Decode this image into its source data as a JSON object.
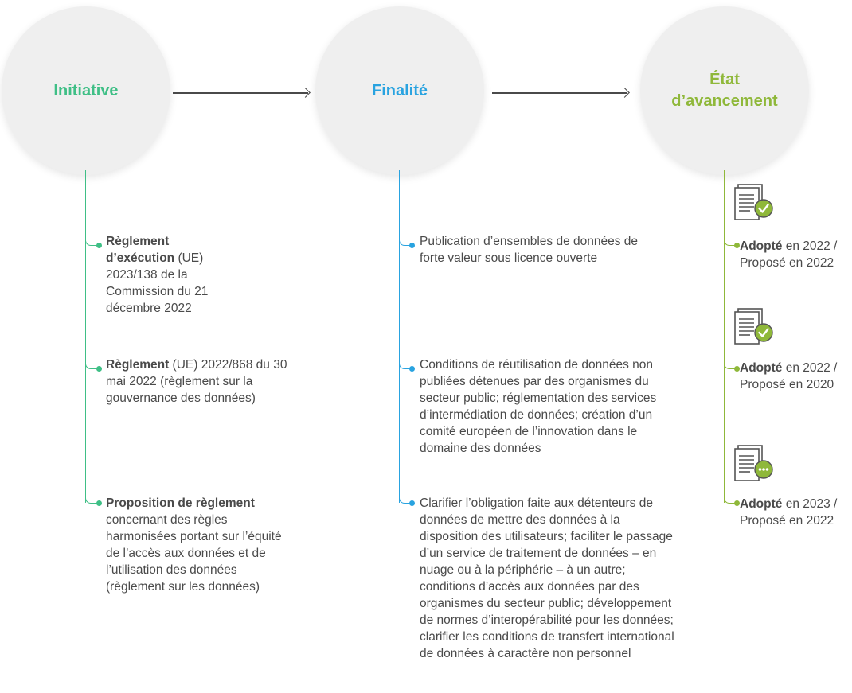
{
  "colors": {
    "initiative": "#3fbf86",
    "finalite": "#29a3e0",
    "etat": "#8fb83a",
    "text": "#4a4a4a",
    "circle": "#efefef"
  },
  "columns": {
    "initiative": {
      "title": "Initiative"
    },
    "finalite": {
      "title": "Finalité"
    },
    "etat": {
      "title_line1": "État",
      "title_line2": "d’avancement"
    }
  },
  "initiatives": [
    {
      "bold": "Règlement d’exécution",
      "text": " (UE) 2023/138 de la Commission du 21 décembre 2022"
    },
    {
      "bold": "Règlement",
      "text": " (UE) 2022/868 du 30 mai 2022 (règlement sur la gouvernance des données)"
    },
    {
      "bold": "Proposition de règlement",
      "text": " concernant des règles harmonisées portant sur l’équité de l’accès aux données et de l’utilisation des données (règlement sur les données)"
    }
  ],
  "finalites": [
    {
      "text": "Publication d’ensembles de données de forte valeur sous licence ouverte"
    },
    {
      "text": "Conditions de réutilisation de données non publiées détenues par des organismes du secteur public; réglementation des services d’intermédiation de données; création d’un comité européen de l’innovation dans le domaine des données"
    },
    {
      "text": "Clarifier l’obligation faite aux détenteurs de données de mettre des données à la disposition des utilisateurs; faciliter le passage d’un service de traitement de données – en nuage ou à la périphérie – à un autre; conditions d’accès aux données par des organismes du secteur public; développement de normes d’interopérabilité pour les données; clarifier les conditions de transfert international de données à caractère non personnel"
    }
  ],
  "etats": [
    {
      "bold": "Adopté",
      "line1_rest": " en 2022 /",
      "line2": "Proposé en 2022",
      "icon": "document-check-icon"
    },
    {
      "bold": "Adopté",
      "line1_rest": " en 2022 /",
      "line2": "Proposé en 2020",
      "icon": "document-check-icon"
    },
    {
      "bold": "Adopté",
      "line1_rest": " en 2023 /",
      "line2": "Proposé en 2022",
      "icon": "document-pending-icon"
    }
  ]
}
